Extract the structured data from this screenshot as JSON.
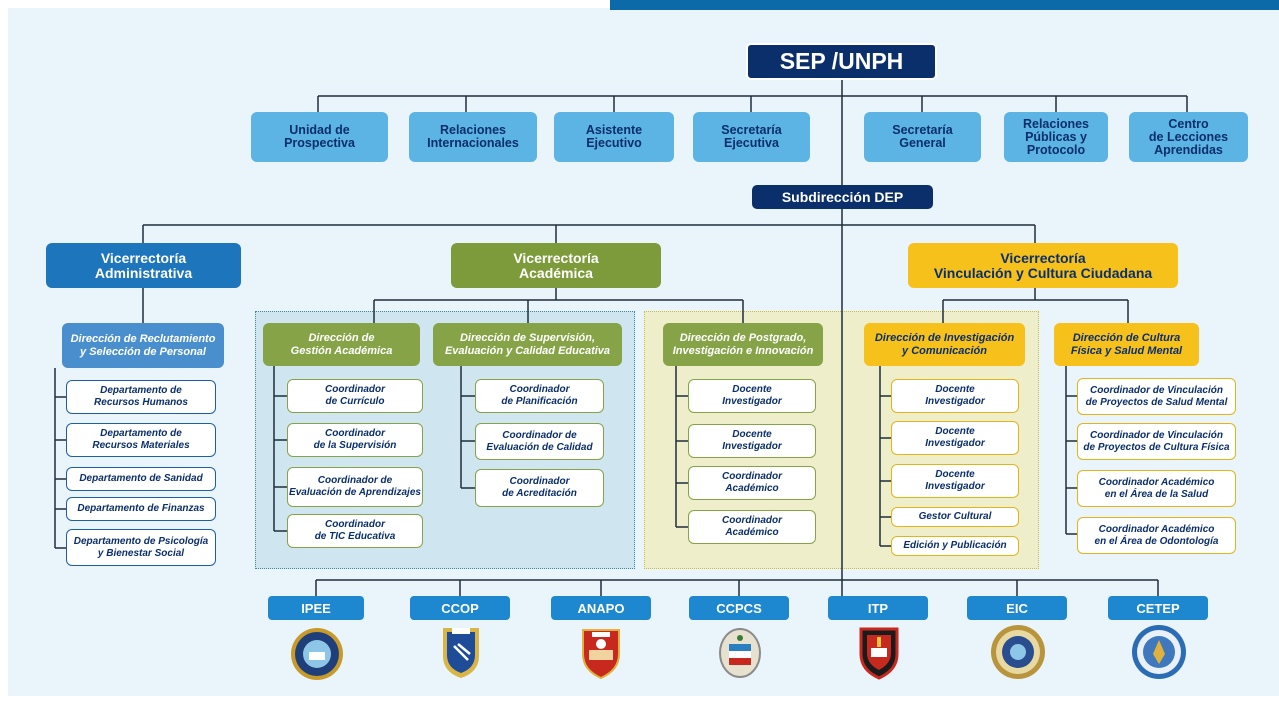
{
  "top": {
    "title": "SEP /UNPH"
  },
  "staff_units": [
    "Unidad de\nProspectiva",
    "Relaciones\nInternacionales",
    "Asistente\nEjecutivo",
    "Secretaría\nEjecutiva",
    "Secretaría\nGeneral",
    "Relaciones\nPúblicas y\nProtocolo",
    "Centro\nde Lecciones\nAprendidas"
  ],
  "subdireccion": "Subdirección DEP",
  "vicerrectorias": {
    "admin": "Vicerrectoría\nAdministrativa",
    "academica": "Vicerrectoría\nAcadémica",
    "vinculacion": "Vicerrectoría\nVinculación y Cultura Ciudadana"
  },
  "admin": {
    "direccion": "Dirección de Reclutamiento\ny Selección de Personal",
    "items": [
      "Departamento de\nRecursos Humanos",
      "Departamento de\nRecursos Materiales",
      "Departamento de Sanidad",
      "Departamento de Finanzas",
      "Departamento de Psicología\ny Bienestar Social"
    ]
  },
  "gestion": {
    "direccion": "Dirección de\nGestión Académica",
    "items": [
      "Coordinador\nde Currículo",
      "Coordinador\nde la Supervisión",
      "Coordinador de\nEvaluación de Aprendizajes",
      "Coordinador\nde TIC Educativa"
    ]
  },
  "supervision": {
    "direccion": "Dirección de Supervisión,\nEvaluación y Calidad Educativa",
    "items": [
      "Coordinador\nde Planificación",
      "Coordinador de\nEvaluación de Calidad",
      "Coordinador\nde Acreditación"
    ]
  },
  "postgrado": {
    "direccion": "Dirección de Postgrado,\nInvestigación e Innovación",
    "items": [
      "Docente\nInvestigador",
      "Docente\nInvestigador",
      "Coordinador\nAcadémico",
      "Coordinador\nAcadémico"
    ]
  },
  "investigacion": {
    "direccion": "Dirección de Investigación\ny Comunicación",
    "items": [
      "Docente\nInvestigador",
      "Docente\nInvestigador",
      "Docente\nInvestigador",
      "Gestor Cultural",
      "Edición y Publicación"
    ]
  },
  "cultura": {
    "direccion": "Dirección de Cultura\nFísica y Salud Mental",
    "items": [
      "Coordinador de Vinculación\nde Proyectos de Salud Mental",
      "Coordinador de Vinculación\nde Proyectos de Cultura Física",
      "Coordinador Académico\nen el Área de la Salud",
      "Coordinador Académico\nen el Área de Odontología"
    ]
  },
  "units": [
    "IPEE",
    "CCOP",
    "ANAPO",
    "CCPCS",
    "ITP",
    "EIC",
    "CETEP"
  ],
  "colors": {
    "navy": "#0b2f6b",
    "sky": "#5bb4e4",
    "blue": "#1d75bc",
    "green": "#7d9b3a",
    "yellow": "#f6c11a",
    "unit_blue": "#1d87d0"
  }
}
